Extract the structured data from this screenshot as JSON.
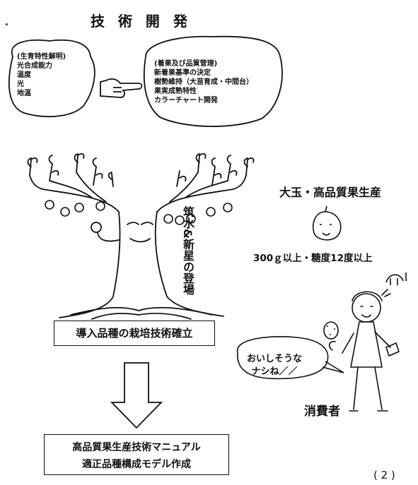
{
  "title": "技 術 開 発",
  "left_blob": {
    "items": [
      "(生育特性解明)",
      "光合成能力",
      "温度",
      "光",
      "地温"
    ]
  },
  "right_blob": {
    "items": [
      "(着果及び品質管理)",
      "新着果基準の決定",
      "樹勢維持（大苗育成・中間台）",
      "果実成熟特性",
      "カラーチャート開発"
    ]
  },
  "tree_label": "筑水&新星の登場",
  "box1_text": "導入品種の栽培技術確立",
  "box2_lines": [
    "高品質果生産技術マニュアル",
    "適正品種構成モデル作成"
  ],
  "headline": "大玉・高品質果生産",
  "spec": "300ｇ以上・糖度12度以上",
  "speech_lines": [
    "おいしそうな",
    "ナシね／／"
  ],
  "consumer": "消費者",
  "page_number": "( 2 )"
}
